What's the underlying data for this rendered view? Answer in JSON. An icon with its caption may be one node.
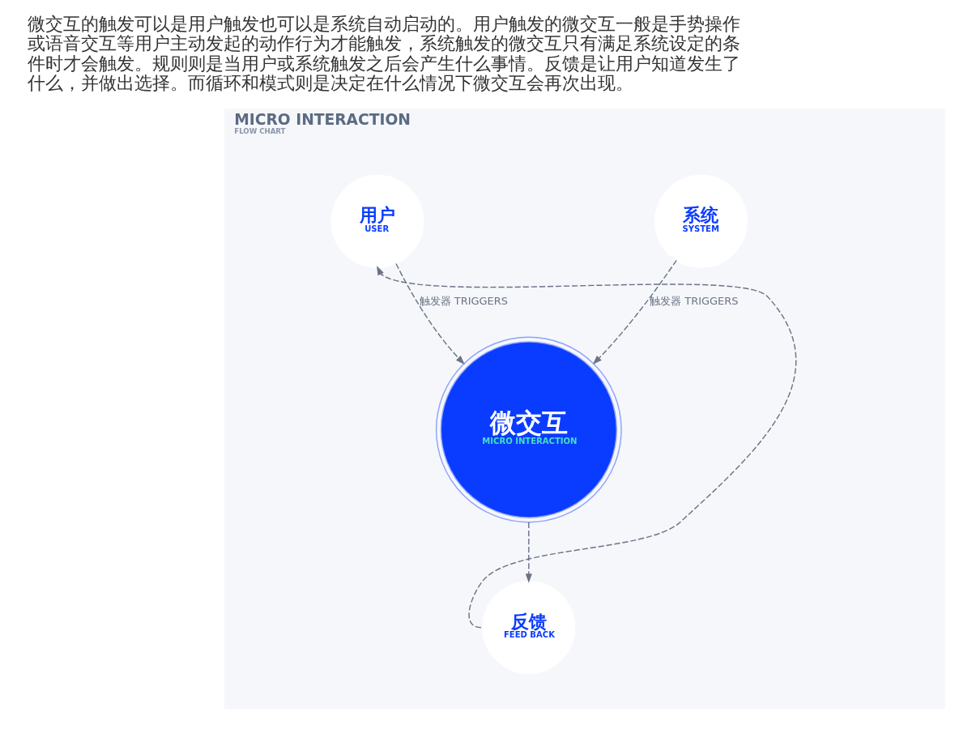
{
  "diagram": {
    "nodes": [
      {
        "text": [
          "MICRO INTERACTION",
          "FLOW CHART"
        ]
      },
      {
        "text": [
          "用户",
          "USER"
        ],
        "in": 0
      },
      {
        "text": [
          "系统",
          "SYSTEM"
        ],
        "in": 0
      },
      {
        "text": [
          "微交互",
          "MICRO INTERACTION"
        ],
        "in": 0
      },
      {
        "text": [
          "反馈",
          "FEED BACK"
        ],
        "in": 0
      }
    ],
    "edges": [
      {
        "from": 1,
        "to": 3,
        "arrow": "to",
        "label": "触发器 TRIGGERS",
        "style": "dashed"
      },
      {
        "from": 2,
        "to": 3,
        "arrow": "to",
        "label": "触发器 TRIGGERS",
        "style": "dashed"
      },
      {
        "from": 3,
        "to": 4,
        "arrow": "to",
        "style": "dashed"
      },
      {
        "from": 4,
        "to": 1,
        "arrow": "to",
        "style": "dashed"
      }
    ],
    "labels": [
      "微交互的触发可以是用户触发也可以是系统自动启动的。用户触发的微交互一般是手势操作或语音交互等用户主动发起的动作行为才能触发，系统触发的微交互只有满足系统设定的条件时才会触发。规则则是当用户或系统触发之后会产生什么事情。反馈是让用户知道发生了什么，并做出选择。而循环和模式则是决定在什么情况下微交互会再次出现。"
    ]
  }
}
